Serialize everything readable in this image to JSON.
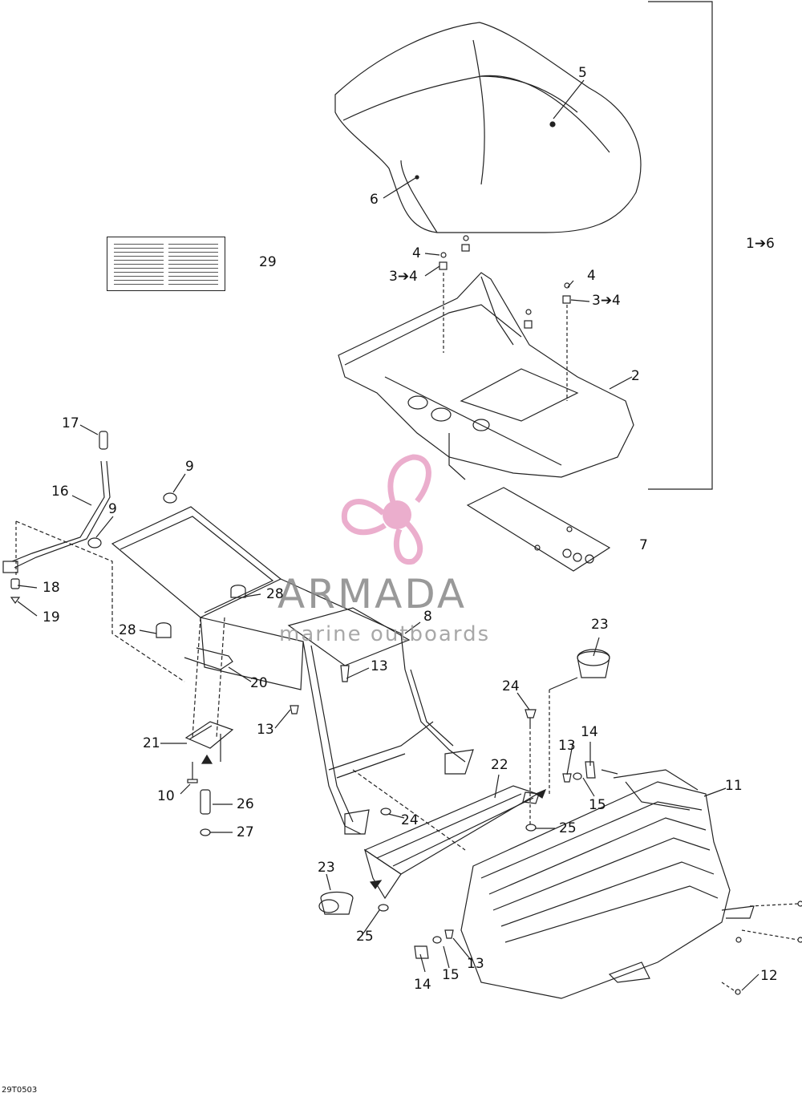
{
  "colors": {
    "line": "#222222",
    "watermark_pink": "#e9a6c8",
    "watermark_text": "#8f8f8f"
  },
  "watermark": {
    "brand": "ARMADA",
    "subtitle": "marine outboards"
  },
  "reference_code": "29T0503",
  "callouts": {
    "c1to6": "1➔6",
    "c2": "2",
    "c3a": "3➔4",
    "c3b": "3➔4",
    "c4a": "4",
    "c4b": "4",
    "c5": "5",
    "c6": "6",
    "c7": "7",
    "c8": "8",
    "c9a": "9",
    "c9b": "9",
    "c10": "10",
    "c11": "11",
    "c12": "12",
    "c13a": "13",
    "c13b": "13",
    "c13c": "13",
    "c13d": "13",
    "c14a": "14",
    "c14b": "14",
    "c15a": "15",
    "c15b": "15",
    "c16": "16",
    "c17": "17",
    "c18": "18",
    "c19": "19",
    "c20": "20",
    "c21": "21",
    "c22": "22",
    "c23a": "23",
    "c23b": "23",
    "c24a": "24",
    "c24b": "24",
    "c25a": "25",
    "c25b": "25",
    "c26": "26",
    "c27": "27",
    "c28a": "28",
    "c28b": "28",
    "c29": "29"
  }
}
